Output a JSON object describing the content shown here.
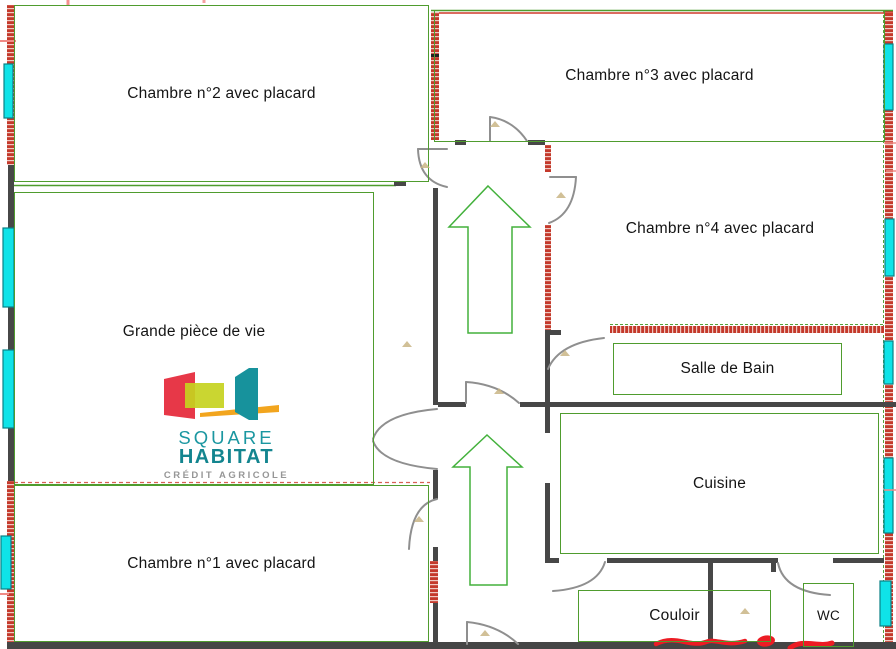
{
  "rooms": {
    "chambre1": "Chambre n°1 avec placard",
    "chambre2": "Chambre n°2 avec placard",
    "chambre3": "Chambre n°3 avec placard",
    "chambre4": "Chambre n°4 avec placard",
    "grande_piece": "Grande pièce de vie",
    "salle_de_bain": "Salle de Bain",
    "cuisine": "Cuisine",
    "couloir": "Couloir",
    "wc": "WC"
  },
  "logo": {
    "brand_line1": "SQUARE",
    "brand_line2": "HABITAT",
    "brand_line3": "CRÉDIT AGRICOLE"
  },
  "colors": {
    "room_outline_green": "#4f9c2e",
    "wall_dark": "#474747",
    "wall_hatch_red": "#c4392b",
    "window_cyan": "#0fe3e8",
    "direction_arrow_green": "#43b13c",
    "annotation_red": "#ec1c24",
    "logo_teal": "#17929c",
    "logo_red": "#e73848",
    "logo_chartreuse": "#c6d320",
    "logo_yellow": "#f2a51e",
    "logo_gray": "#969696"
  }
}
